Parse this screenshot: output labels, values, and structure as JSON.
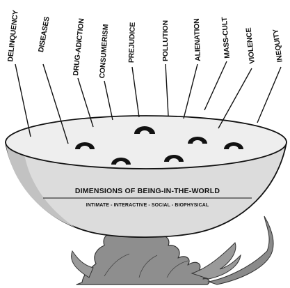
{
  "diagram": {
    "labels": [
      "DELINQUENCY",
      "DISEASES",
      "DRUG-ADICTION",
      "CONSUMERISM",
      "PREJUDICE",
      "POLLUTION",
      "ALIENATION",
      "MASS-CULT",
      "VIOLENCE",
      "INEQUITY"
    ],
    "caption": {
      "title": "DIMENSIONS OF BEING-IN-THE-WORLD",
      "subtitle": "INTIMATE - INTERACTIVE - SOCIAL - BIOPHYSICAL"
    }
  },
  "colors": {
    "bowl_fill": "#dcdcdc",
    "bowl_rim": "#eeeeee",
    "flame_fill": "#8e8e8e",
    "ink": "#111111"
  }
}
